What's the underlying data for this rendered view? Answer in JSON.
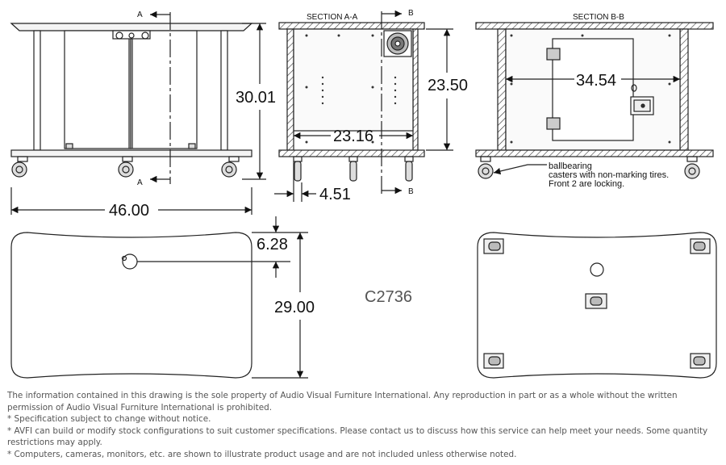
{
  "model_number": "C2736",
  "views": {
    "front": {
      "section_marker": "A",
      "width_dim": "46.00",
      "height_dim": "30.01"
    },
    "section_a": {
      "title": "SECTION A-A",
      "section_marker": "B",
      "height_dim": "23.50",
      "depth_dim": "23.16",
      "caster_dim": "4.51"
    },
    "section_b": {
      "title": "SECTION B-B",
      "width_dim": "34.54",
      "caster_note": [
        "ballbearing",
        "casters with non-marking tires.",
        "Front 2 are locking."
      ]
    },
    "top": {
      "hole_dim": "6.28",
      "depth_dim": "29.00"
    }
  },
  "notes": [
    "The information contained in this drawing is the sole property of Audio Visual Furniture International. Any reproduction in part or as a whole without the written permission of Audio Visual Furniture International is prohibited.",
    "* Specification subject to change without notice.",
    "* AVFI can build or modify stock configurations to suit customer specifications. Please contact us to discuss how this service can help meet your needs. Some quantity restrictions may apply.",
    "* Computers, cameras, monitors, etc. are shown to illustrate product usage and are not included unless otherwise noted."
  ]
}
